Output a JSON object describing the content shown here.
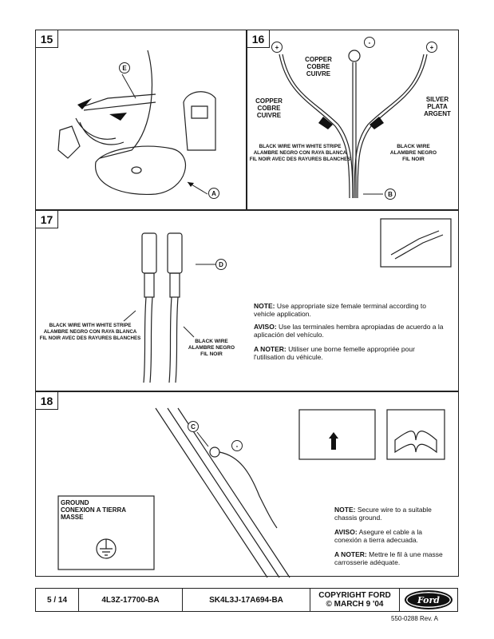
{
  "steps": {
    "s15": {
      "number": "15",
      "callouts": {
        "e": "E",
        "a": "A"
      }
    },
    "s16": {
      "number": "16",
      "plus_left": "+",
      "minus": "-",
      "plus_right": "+",
      "copper_top": [
        "COPPER",
        "COBRE",
        "CUIVRE"
      ],
      "copper_left": [
        "COPPER",
        "COBRE",
        "CUIVRE"
      ],
      "silver": [
        "SILVER",
        "PLATA",
        "ARGENT"
      ],
      "black_white": [
        "BLACK WIRE WITH WHITE STRIPE",
        "ALAMBRE NEGRO CON RAYA BLANCA",
        "FIL NOIR AVEC DES RAYURES BLANCHES"
      ],
      "black": [
        "BLACK WIRE",
        "ALAMBRE NEGRO",
        "FIL NOIR"
      ],
      "callout_b": "B"
    },
    "s17": {
      "number": "17",
      "callout_d": "D",
      "black_white": [
        "BLACK WIRE WITH WHITE STRIPE",
        "ALAMBRE NEGRO CON RAYA BLANCA",
        "FIL NOIR AVEC DES RAYURES BLANCHES"
      ],
      "black": [
        "BLACK WIRE",
        "ALAMBRE NEGRO",
        "FIL NOIR"
      ],
      "notes": [
        {
          "label": "NOTE:",
          "text": "Use appropriate size female terminal according to vehicle application."
        },
        {
          "label": "AVISO:",
          "text": "Use las terminales hembra apropiadas de acuerdo a la aplicación del vehículo."
        },
        {
          "label": "A NOTER:",
          "text": "Utiliser une borne femelle appropriée pour l'utilisation du véhicule."
        }
      ]
    },
    "s18": {
      "number": "18",
      "callout_c": "C",
      "minus": "-",
      "ground": [
        "GROUND",
        "CONEXION A TIERRA",
        "MASSE"
      ],
      "notes": [
        {
          "label": "NOTE:",
          "text": "Secure wire to a suitable chassis ground."
        },
        {
          "label": "AVISO:",
          "text": "Asegure el cable a la conexión a tierra adecuada."
        },
        {
          "label": "A NOTER:",
          "text": "Mettre le fil à une masse carrosserie adéquate."
        }
      ]
    }
  },
  "footer": {
    "page": "5 / 14",
    "part1": "4L3Z-17700-BA",
    "part2": "SK4L3J-17A694-BA",
    "copyright": [
      "COPYRIGHT FORD",
      "© MARCH 9 '04"
    ],
    "logo": "Ford",
    "revision": "550-0288 Rev. A"
  }
}
